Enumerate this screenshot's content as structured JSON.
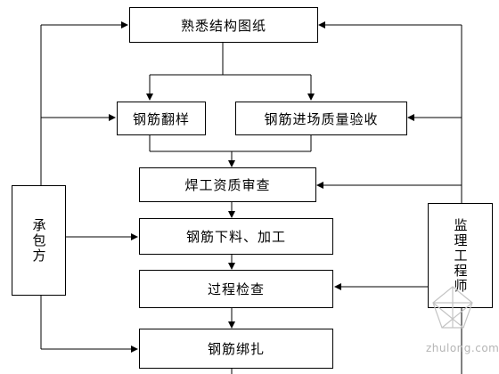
{
  "nodes": {
    "familiarize_drawings": "熟悉结构图纸",
    "rebar_layout": "钢筋翻样",
    "rebar_incoming_inspection": "钢筋进场质量验收",
    "welder_qualification_review": "焊工资质审查",
    "rebar_cutting_processing": "钢筋下料、加工",
    "process_inspection": "过程检查",
    "rebar_tying": "钢筋绑扎"
  },
  "roles": {
    "contractor": "承包方",
    "supervising_engineer": "监理工程师"
  },
  "watermark": {
    "text": "zhulong.com"
  },
  "colors": {
    "line": "#000000",
    "watermark": "#b5b5b5"
  }
}
